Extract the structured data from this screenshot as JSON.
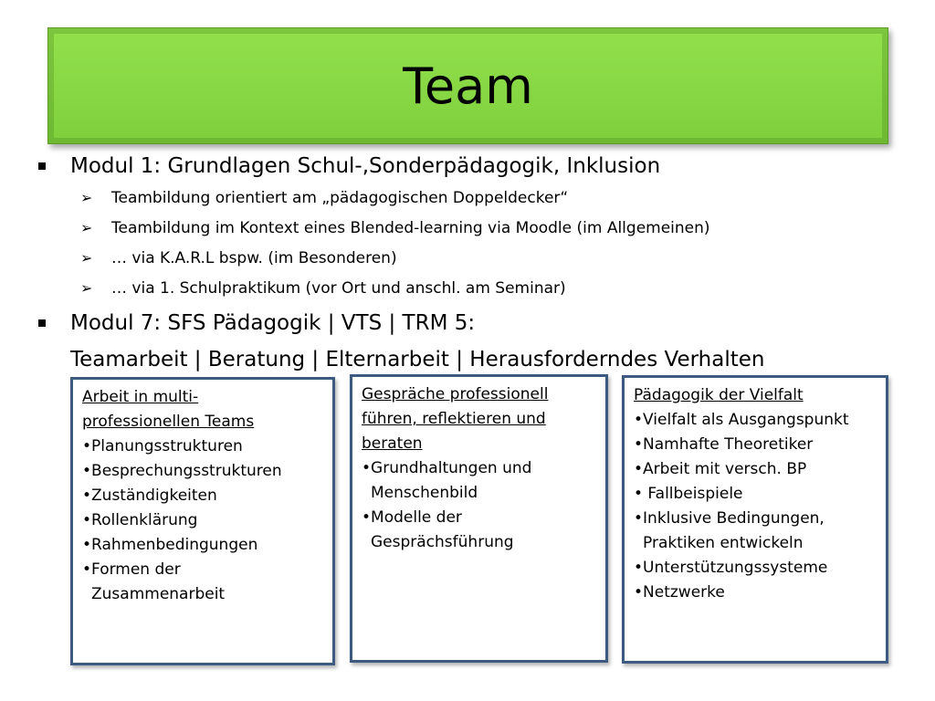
{
  "slide": {
    "title": "Team",
    "modules": [
      {
        "label": "Modul 1: Grundlagen Schul-,Sonderpädagogik, Inklusion",
        "subitems": [
          "Teambildung orientiert am „pädagogischen Doppeldecker“",
          "Teambildung im Kontext eines Blended-learning via Moodle (im Allgemeinen)",
          "… via K.A.R.L bspw. (im Besonderen)",
          "… via 1. Schulpraktikum (vor Ort und anschl. am Seminar)"
        ]
      },
      {
        "label": "Modul 7: SFS Pädagogik | VTS | TRM 5:",
        "continuation": "Teamarbeit | Beratung | Elternarbeit | Herausforderndes Verhalten"
      }
    ],
    "boxes": [
      {
        "heading": [
          "Arbeit in multi-",
          "professionellen Teams"
        ],
        "items": [
          "•Planungsstrukturen",
          "•Besprechungsstrukturen",
          "•Zuständigkeiten",
          "•Rollenklärung",
          "•Rahmenbedingungen",
          "•Formen der",
          "Zusammenarbeit"
        ]
      },
      {
        "heading": [
          "Gespräche professionell",
          "führen, reflektieren und",
          "beraten"
        ],
        "items": [
          "•Grundhaltungen und",
          "Menschenbild",
          "•Modelle der",
          "Gesprächsführung"
        ]
      },
      {
        "heading": [
          "Pädagogik der Vielfalt"
        ],
        "items": [
          "•Vielfalt als Ausgangspunkt",
          "•Namhafte Theoretiker",
          "•Arbeit mit versch. BP",
          "• Fallbeispiele",
          "•Inklusive Bedingungen,",
          "Praktiken entwickeln",
          "•Unterstützungssysteme",
          "•Netzwerke"
        ]
      }
    ]
  }
}
